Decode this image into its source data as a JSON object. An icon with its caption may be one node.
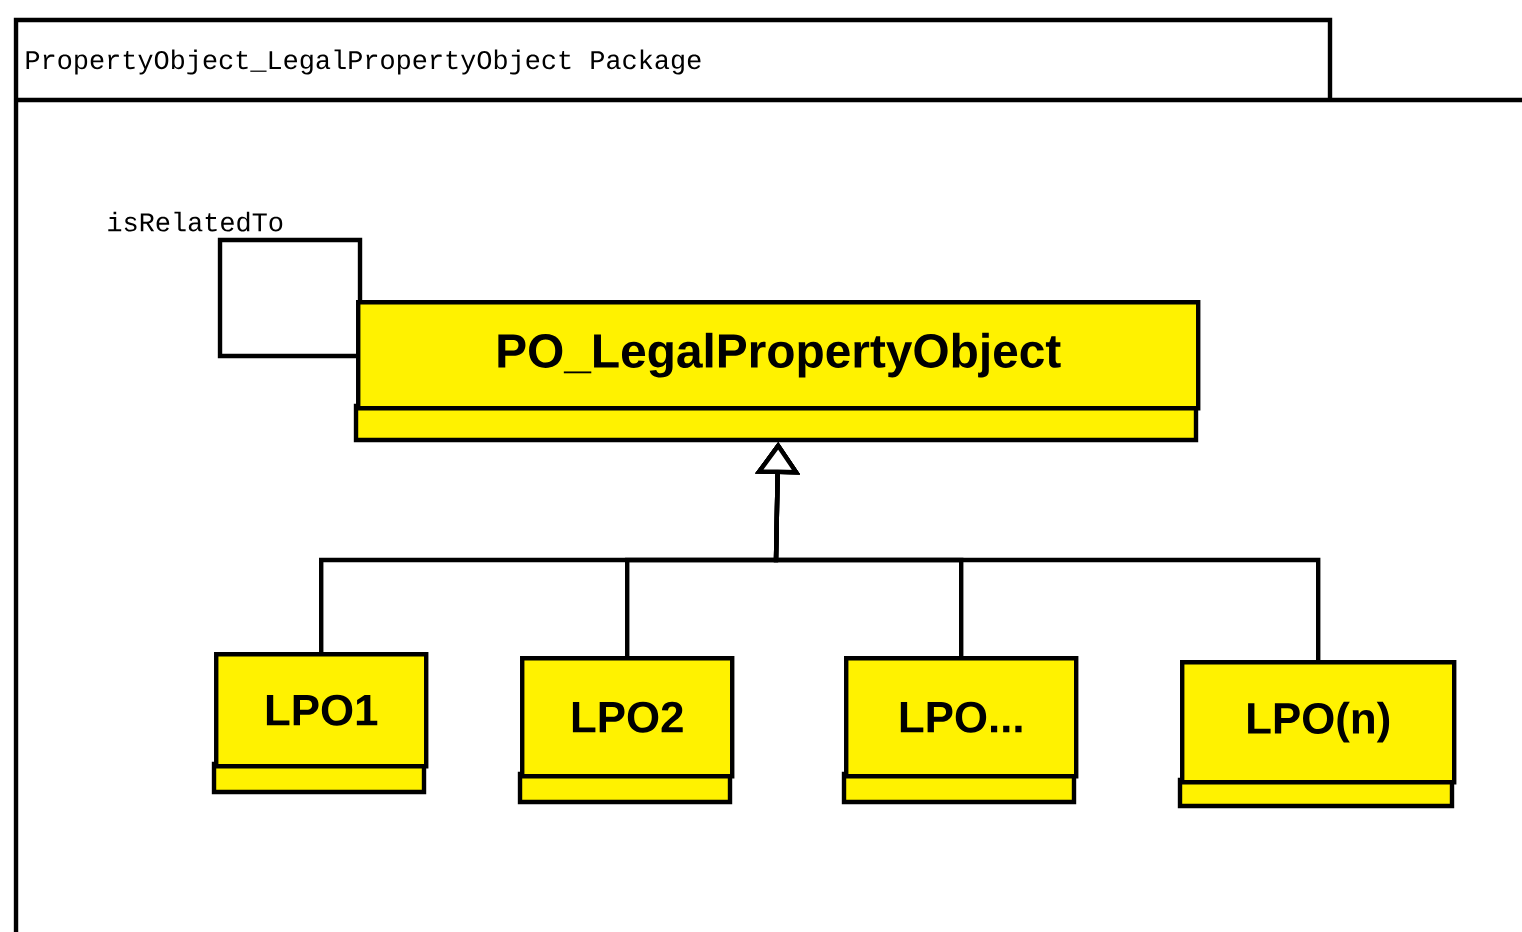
{
  "diagram": {
    "nodes": [
      {
        "text": [
          "PropertyObject_LegalPropertyObject Package"
        ]
      },
      {
        "text": [
          "PO_LegalPropertyObject"
        ],
        "in": 0
      },
      {
        "text": [
          "LPO1"
        ],
        "in": 0
      },
      {
        "text": [
          "LPO2"
        ],
        "in": 0
      },
      {
        "text": [
          "LPO..."
        ],
        "in": 0
      },
      {
        "text": [
          "LPO(n)"
        ],
        "in": 0
      }
    ],
    "edges": [
      {
        "from": 1,
        "to": 1,
        "arrow": "none",
        "label": "isRelatedTo"
      },
      {
        "from": 2,
        "to": 1,
        "arrow": "to"
      },
      {
        "from": 3,
        "to": 1,
        "arrow": "to"
      },
      {
        "from": 4,
        "to": 1,
        "arrow": "to"
      },
      {
        "from": 5,
        "to": 1,
        "arrow": "to"
      }
    ]
  }
}
